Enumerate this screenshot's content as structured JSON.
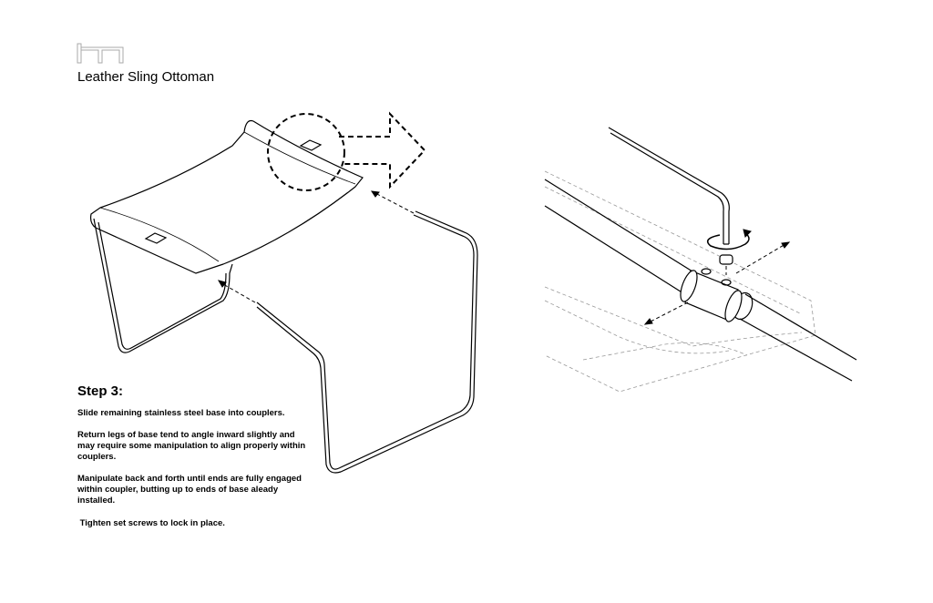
{
  "header": {
    "logo_text": "hm",
    "title": "Leather Sling Ottoman"
  },
  "instructions": {
    "heading": "Step 3:",
    "paragraphs": [
      "Slide remaining stainless steel base into couplers.",
      "Return legs of base tend to angle inward slightly and may require some manipulation to align properly within couplers.",
      "Manipulate back and forth until ends are fully engaged within coupler, butting up to ends of base aleady installed.",
      " Tighten set screws to lock in place."
    ]
  }
}
